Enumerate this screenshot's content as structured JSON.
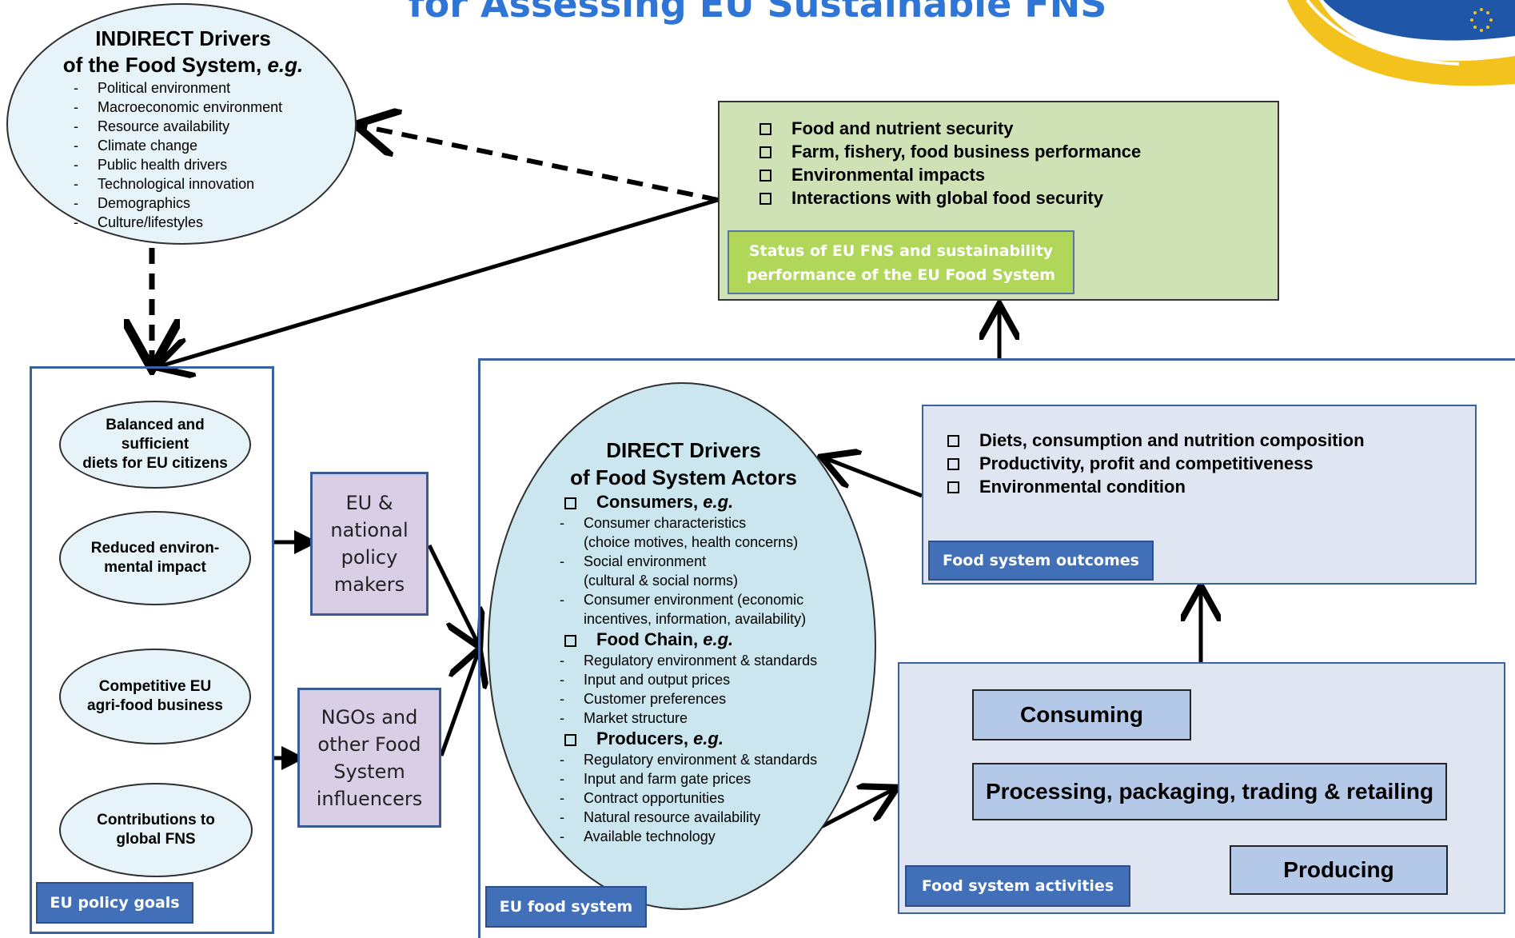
{
  "title": "for Assessing EU Sustainable FNS",
  "colors": {
    "title": "#2e75d6",
    "green_box": "#cfe2b6",
    "tag_blue": "#4270b8",
    "status_green": "#b0d65a",
    "purple": "#d8cfe6",
    "direct_ellipse": "#cbe6ef",
    "activity_box": "#b4c8e8"
  },
  "indirect": {
    "title_line1": "INDIRECT Drivers",
    "title_line2": "of the Food System,",
    "title_eg": "e.g.",
    "items": [
      "Political environment",
      "Macroeconomic environment",
      "Resource availability",
      "Climate change",
      "Public health drivers",
      "Technological innovation",
      "Demographics",
      "Culture/lifestyles"
    ]
  },
  "status": {
    "items": [
      "Food and nutrient security",
      "Farm, fishery, food business performance",
      "Environmental impacts",
      "Interactions with global food security"
    ],
    "label_line1": "Status of EU FNS and sustainability",
    "label_line2": "performance of the EU Food System"
  },
  "goals": {
    "items": [
      {
        "line1": "Balanced and",
        "line2": "sufficient",
        "line3": "diets for EU citizens"
      },
      {
        "line1": "Reduced environ-",
        "line2": "mental impact"
      },
      {
        "line1": "Competitive EU",
        "line2": "agri-food business"
      },
      {
        "line1": "Contributions to",
        "line2": "global FNS"
      }
    ],
    "label": "EU policy goals"
  },
  "policy": {
    "makers": [
      "EU &",
      "national",
      "policy",
      "makers"
    ],
    "ngos": [
      "NGOs and",
      "other Food",
      "System",
      "influencers"
    ]
  },
  "direct": {
    "title_line1": "DIRECT Drivers",
    "title_line2": "of Food System Actors",
    "consumers_heading": "Consumers,",
    "eg": "e.g.",
    "consumers_items": [
      "Consumer characteristics",
      "(choice motives, health concerns)",
      "Social environment",
      "(cultural & social norms)",
      "Consumer environment (economic",
      "incentives, information, availability)"
    ],
    "chain_heading": "Food Chain,",
    "chain_items": [
      "Regulatory environment & standards",
      "Input and output prices",
      "Customer preferences",
      "Market structure"
    ],
    "producers_heading": "Producers,",
    "producers_items": [
      "Regulatory environment & standards",
      "Input and farm gate prices",
      "Contract opportunities",
      "Natural resource availability",
      "Available technology"
    ]
  },
  "eu_food_system_label": "EU food system",
  "outcomes": {
    "items": [
      "Diets, consumption and nutrition composition",
      "Productivity, profit and competitiveness",
      "Environmental condition"
    ],
    "label": "Food system outcomes"
  },
  "activities": {
    "consuming": "Consuming",
    "processing": "Processing, packaging, trading & retailing",
    "producing": "Producing",
    "label": "Food system activities"
  }
}
